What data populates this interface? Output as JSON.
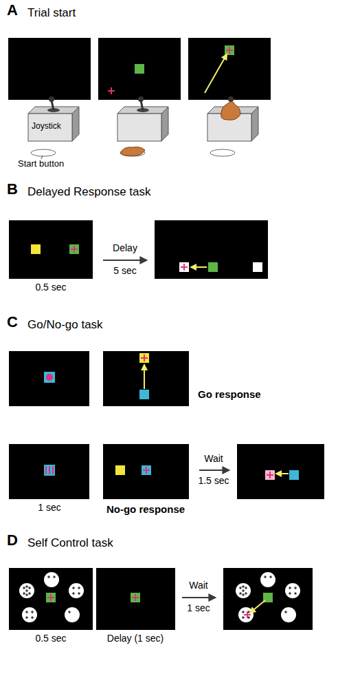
{
  "diagram": {
    "labels": [
      "A",
      "Trial start",
      "Joystick",
      "Start button",
      "B",
      "Delayed Response task",
      "0.5 sec",
      "Delay",
      "5 sec",
      "C",
      "Go/No-go task",
      "Go response",
      "1 sec",
      "No-go response",
      "Wait",
      "1.5 sec",
      "D",
      "Self Control task",
      "0.5 sec",
      "Delay (1 sec)",
      "Wait",
      "1 sec"
    ]
  }
}
